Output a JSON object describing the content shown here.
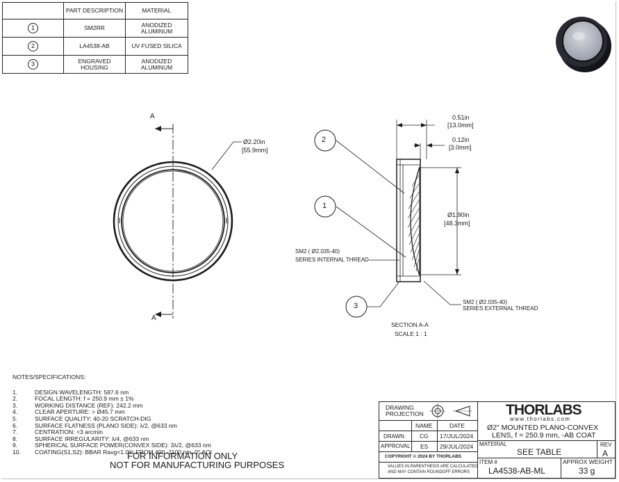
{
  "parts_table": {
    "headers": [
      "",
      "PART DESCRIPTION",
      "MATERIAL"
    ],
    "rows": [
      {
        "num": "1",
        "desc": "SM2RR",
        "material_l1": "ANODIZED",
        "material_l2": "ALUMINUM"
      },
      {
        "num": "2",
        "desc": "LA4538-AB",
        "material_l1": "UV FUSED SILICA",
        "material_l2": ""
      },
      {
        "num": "3",
        "desc_l1": "ENGRAVED",
        "desc_l2": "HOUSING",
        "material_l1": "ANODIZED",
        "material_l2": "ALUMINUM"
      }
    ]
  },
  "drawing": {
    "section_marker": "A",
    "outer_dia": "2.20in",
    "outer_dia_mm": "[55.9mm]",
    "thickness": "0.51in",
    "thickness_mm": "[13.0mm]",
    "lens_thk": "0.12in",
    "lens_thk_mm": "[3.0mm]",
    "clear_dia": "1.90in",
    "clear_dia_mm": "[48.3mm]",
    "dia_symbol": "Ø",
    "callout_1": "1",
    "callout_2": "2",
    "callout_3": "3",
    "internal_thread_l1": "SM2 ( Ø2.035-40)",
    "internal_thread_l2": "SERIES INTERNAL THREAD",
    "external_thread_l1": "SM2 ( Ø2.035-40)",
    "external_thread_l2": "SERIES EXTERNAL THREAD",
    "section_title": "SECTION A-A",
    "section_scale": "SCALE 1 : 1"
  },
  "notes": {
    "title": "NOTES/SPECIFICATIONS:",
    "items": [
      {
        "n": "1.",
        "text": "DESIGN WAVELENGTH: 587.6 nm"
      },
      {
        "n": "2.",
        "text": "FOCAL LENGTH: f = 250.9 mm ± 1%"
      },
      {
        "n": "3.",
        "text": "WORKING DISTANCE (REF): 242.2 mm"
      },
      {
        "n": "4.",
        "text": "CLEAR APERTURE: > Ø45.7 mm"
      },
      {
        "n": "5.",
        "text": "SURFACE QUALITY: 40-20 SCRATCH-DIG"
      },
      {
        "n": "6.",
        "text": "SURFACE FLATNESS (PLANO SIDE): λ/2, @633 nm"
      },
      {
        "n": "7.",
        "text": "CENTRATION: <3 arcmin"
      },
      {
        "n": "8.",
        "text": "SURFACE IRREGULARITY: λ/4, @633 nm"
      },
      {
        "n": "9.",
        "text": "SPHERICAL SURFACE POWER(CONVEX SIDE): 3λ/2, @633 nm"
      },
      {
        "n": "10.",
        "text": "COATING(S1,S2): BBAR Ravg<1.0% FROM 400 -1100 nm, 0° AOI"
      }
    ],
    "info_line1": "FOR INFORMATION ONLY",
    "info_line2": "NOT FOR MANUFACTURING PURPOSES"
  },
  "title_block": {
    "drawing_projection_l1": "DRAWING",
    "drawing_projection_l2": "PROJECTION",
    "name_label": "NAME",
    "date_label": "DATE",
    "drawn_label": "DRAWN",
    "drawn_name": "CG",
    "drawn_date": "17/JUL/2024",
    "approval_label": "APPROVAL",
    "approval_name": "ES",
    "approval_date": "29/JUL/2024",
    "copyright": "COPYRIGHT © 2024 BY THORLABS",
    "values_note_l1": "VALUES IN PARENTHESIS ARE CALCULATED",
    "values_note_l2": "AND MAY CONTAIN ROUNDOFF ERRORS",
    "logo_text": "THORLABS",
    "website": "www.thorlabs.com",
    "description_l1": "Ø2\" MOUNTED PLANO-CONVEX",
    "description_l2": "LENS, f = 250.9 mm, -AB COAT",
    "material_label": "MATERIAL",
    "material_value": "SEE TABLE",
    "rev_label": "REV",
    "rev_value": "A",
    "item_label": "ITEM #",
    "item_value": "LA4538-AB-ML",
    "weight_label": "APPROX WEIGHT",
    "weight_value": "33 g"
  }
}
